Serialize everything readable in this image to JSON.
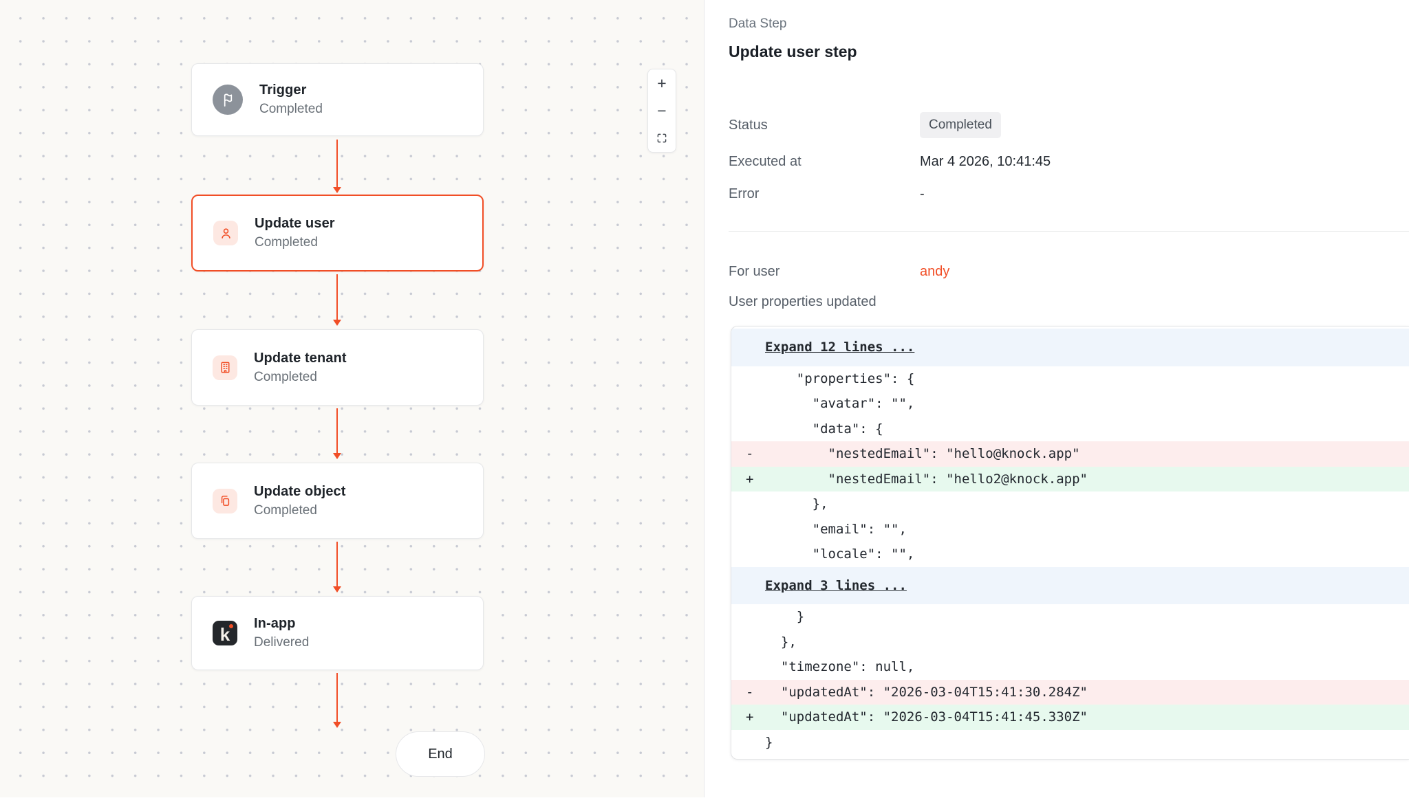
{
  "colors": {
    "accent": "#F14E26",
    "node_icon_bg": "#FDE8E2",
    "trigger_icon_bg": "#8C929A",
    "knock_icon_bg": "#24272B",
    "expand_row_bg": "#EFF5FC",
    "removed_row_bg": "#FDEDED",
    "added_row_bg": "#E7F9EE",
    "status_badge_bg": "#F0F0F2"
  },
  "canvas": {
    "nodes": [
      {
        "title": "Trigger",
        "status": "Completed",
        "icon": "flag-icon",
        "selected": false
      },
      {
        "title": "Update user",
        "status": "Completed",
        "icon": "user-icon",
        "selected": true
      },
      {
        "title": "Update tenant",
        "status": "Completed",
        "icon": "building-icon",
        "selected": false
      },
      {
        "title": "Update object",
        "status": "Completed",
        "icon": "copy-icon",
        "selected": false
      },
      {
        "title": "In-app",
        "status": "Delivered",
        "icon": "knock-icon",
        "selected": false
      }
    ],
    "end_label": "End",
    "zoom_controls": {
      "zoom_in": "+",
      "zoom_out": "−",
      "fit": "fit-view-icon"
    }
  },
  "panel": {
    "kicker": "Data Step",
    "title": "Update user step",
    "fields": [
      {
        "label": "Status",
        "value": "Completed",
        "badge": true
      },
      {
        "label": "Executed at",
        "value": "Mar 4 2026, 10:41:45",
        "badge": false
      },
      {
        "label": "Error",
        "value": "-",
        "badge": false
      }
    ],
    "for_user": {
      "label": "For user",
      "value": "andy"
    },
    "section_label": "User properties updated",
    "diff": {
      "rows": [
        {
          "type": "expand",
          "marker": "",
          "text": "Expand 12 lines ..."
        },
        {
          "type": "context",
          "marker": "",
          "text": "    \"properties\": {"
        },
        {
          "type": "context",
          "marker": "",
          "text": "      \"avatar\": \"\","
        },
        {
          "type": "context",
          "marker": "",
          "text": "      \"data\": {"
        },
        {
          "type": "removed",
          "marker": "-",
          "text": "        \"nestedEmail\": \"hello@knock.app\""
        },
        {
          "type": "added",
          "marker": "+",
          "text": "        \"nestedEmail\": \"hello2@knock.app\""
        },
        {
          "type": "context",
          "marker": "",
          "text": "      },"
        },
        {
          "type": "context",
          "marker": "",
          "text": "      \"email\": \"\","
        },
        {
          "type": "context",
          "marker": "",
          "text": "      \"locale\": \"\","
        },
        {
          "type": "expand",
          "marker": "",
          "text": "Expand 3 lines ..."
        },
        {
          "type": "context",
          "marker": "",
          "text": "    }"
        },
        {
          "type": "context",
          "marker": "",
          "text": "  },"
        },
        {
          "type": "context",
          "marker": "",
          "text": "  \"timezone\": null,"
        },
        {
          "type": "removed",
          "marker": "-",
          "text": "  \"updatedAt\": \"2026-03-04T15:41:30.284Z\""
        },
        {
          "type": "added",
          "marker": "+",
          "text": "  \"updatedAt\": \"2026-03-04T15:41:45.330Z\""
        },
        {
          "type": "context",
          "marker": "",
          "text": "}"
        }
      ]
    }
  }
}
